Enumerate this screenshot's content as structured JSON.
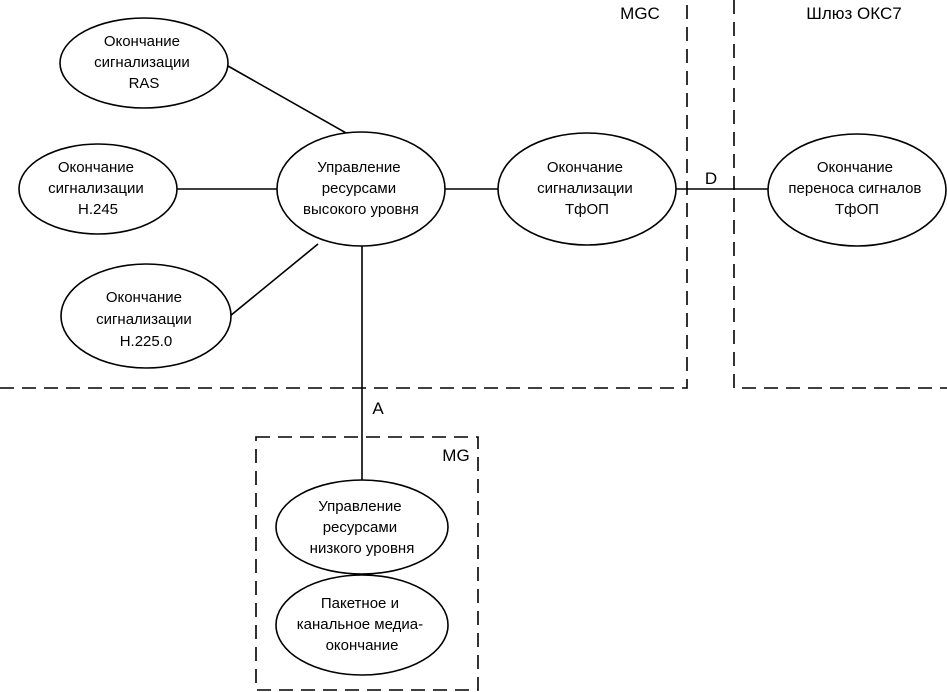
{
  "regions": {
    "mgc": "MGC",
    "ss7_gateway": "Шлюз ОКС7",
    "mg": "MG"
  },
  "nodes": {
    "ras": [
      "Окончание",
      "сигнализации",
      "RAS"
    ],
    "h245": [
      "Окончание",
      "сигнализации",
      "H.245"
    ],
    "h2250": [
      "Окончание",
      "сигнализации",
      "H.225.0"
    ],
    "high_level": [
      "Управление",
      "ресурсами",
      "высокого уровня"
    ],
    "pstn_signaling": [
      "Окончание",
      "сигнализации",
      "ТфОП"
    ],
    "pstn_transfer": [
      "Окончание",
      "переноса сигналов",
      "ТфОП"
    ],
    "low_level": [
      "Управление",
      "ресурсами",
      "низкого уровня"
    ],
    "media": [
      "Пакетное и",
      "канальное медиа-",
      "окончание"
    ]
  },
  "links": {
    "a": "A",
    "d": "D"
  }
}
